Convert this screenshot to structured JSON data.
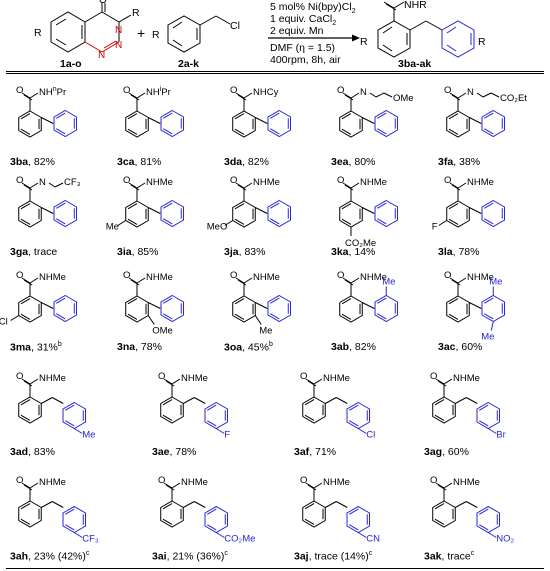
{
  "scheme": {
    "reactant1": {
      "substituents": [
        "R",
        "R",
        "N",
        "N",
        "N",
        "O"
      ],
      "label": "1a-o"
    },
    "reactant2": {
      "substituents": [
        "R",
        "Cl"
      ],
      "label": "2a-k"
    },
    "plus": "+",
    "conditions": [
      "5 mol% Ni(bpy)Cl",
      "1 equiv. CaCl",
      "2 equiv. Mn",
      "DMF (η = 1.5)",
      "400rpm, 8h, air"
    ],
    "product": {
      "substituents": [
        "NHR",
        "R",
        "R"
      ],
      "label": "3ba-ak"
    }
  },
  "entries": [
    {
      "name": "3ba",
      "amide": "NH",
      "amide_sup": "n",
      "amide_tail": "Pr",
      "yield": ", 82%",
      "sub_black": "",
      "sub_blue": "",
      "note": ""
    },
    {
      "name": "3ca",
      "amide": "NH",
      "amide_sup": "i",
      "amide_tail": "Pr",
      "yield": ", 81%",
      "sub_black": "",
      "sub_blue": "",
      "note": ""
    },
    {
      "name": "3da",
      "amide": "NHCy",
      "amide_sup": "",
      "amide_tail": "",
      "yield": ", 82%",
      "sub_black": "",
      "sub_blue": "",
      "note": ""
    },
    {
      "name": "3ea",
      "amide": "N",
      "amide_sup": "",
      "amide_tail": "OMe",
      "yield": ", 80%",
      "sub_black": "",
      "sub_blue": "",
      "note": ""
    },
    {
      "name": "3fa",
      "amide": "N",
      "amide_sup": "",
      "amide_tail": "CO₂Et",
      "yield": ", 38%",
      "sub_black": "",
      "sub_blue": "",
      "note": ""
    },
    {
      "name": "3ga",
      "amide": "N",
      "amide_sup": "",
      "amide_tail": "CF₃",
      "yield": ", trace",
      "sub_black": "",
      "sub_blue": "",
      "note": ""
    },
    {
      "name": "3ia",
      "amide": "NHMe",
      "amide_sup": "",
      "amide_tail": "",
      "yield": ", 85%",
      "sub_black": "Me",
      "sub_blue": "",
      "note": ""
    },
    {
      "name": "3ja",
      "amide": "NHMe",
      "amide_sup": "",
      "amide_tail": "",
      "yield": ", 83%",
      "sub_black": "MeO",
      "sub_blue": "",
      "note": ""
    },
    {
      "name": "3ka",
      "amide": "NHMe",
      "amide_sup": "",
      "amide_tail": "",
      "yield": ", 14%",
      "sub_black": "CO₂Me",
      "sub_blue": "",
      "note": ""
    },
    {
      "name": "3la",
      "amide": "NHMe",
      "amide_sup": "",
      "amide_tail": "",
      "yield": ", 78%",
      "sub_black": "F",
      "sub_blue": "",
      "note": ""
    },
    {
      "name": "3ma",
      "amide": "NHMe",
      "amide_sup": "",
      "amide_tail": "",
      "yield": ", 31%",
      "sub_black": "Cl",
      "sub_blue": "",
      "note": "b"
    },
    {
      "name": "3na",
      "amide": "NHMe",
      "amide_sup": "",
      "amide_tail": "",
      "yield": ", 78%",
      "sub_black": "OMe",
      "sub_blue": "",
      "note": ""
    },
    {
      "name": "3oa",
      "amide": "NHMe",
      "amide_sup": "",
      "amide_tail": "",
      "yield": ", 45%",
      "sub_black": "Me",
      "sub_blue": "",
      "note": "b"
    },
    {
      "name": "3ab",
      "amide": "NHMe",
      "amide_sup": "",
      "amide_tail": "",
      "yield": ", 82%",
      "sub_black": "",
      "sub_blue": "Me",
      "note": ""
    },
    {
      "name": "3ac",
      "amide": "NHMe",
      "amide_sup": "",
      "amide_tail": "",
      "yield": ", 60%",
      "sub_black": "",
      "sub_blue": "Me",
      "note": ""
    },
    {
      "name": "3ad",
      "amide": "NHMe",
      "amide_sup": "",
      "amide_tail": "",
      "yield": ", 83%",
      "sub_black": "",
      "sub_blue": "Me",
      "note": ""
    },
    {
      "name": "3ae",
      "amide": "NHMe",
      "amide_sup": "",
      "amide_tail": "",
      "yield": ", 78%",
      "sub_black": "",
      "sub_blue": "F",
      "note": ""
    },
    {
      "name": "3af",
      "amide": "NHMe",
      "amide_sup": "",
      "amide_tail": "",
      "yield": ", 71%",
      "sub_black": "",
      "sub_blue": "Cl",
      "note": ""
    },
    {
      "name": "3ag",
      "amide": "NHMe",
      "amide_sup": "",
      "amide_tail": "",
      "yield": ", 60%",
      "sub_black": "",
      "sub_blue": "Br",
      "note": ""
    },
    {
      "name": "3ah",
      "amide": "NHMe",
      "amide_sup": "",
      "amide_tail": "",
      "yield": ", 23% (42%)",
      "sub_black": "",
      "sub_blue": "CF₃",
      "note": "c"
    },
    {
      "name": "3ai",
      "amide": "NHMe",
      "amide_sup": "",
      "amide_tail": "",
      "yield": ", 21% (36%)",
      "sub_black": "",
      "sub_blue": "CO₂Me",
      "note": "c"
    },
    {
      "name": "3aj",
      "amide": "NHMe",
      "amide_sup": "",
      "amide_tail": "",
      "yield": ", trace (14%)",
      "sub_black": "",
      "sub_blue": "CN",
      "note": "c"
    },
    {
      "name": "3ak",
      "amide": "NHMe",
      "amide_sup": "",
      "amide_tail": "",
      "yield": ", trace",
      "sub_black": "",
      "sub_blue": "NO₂",
      "note": "c"
    }
  ]
}
